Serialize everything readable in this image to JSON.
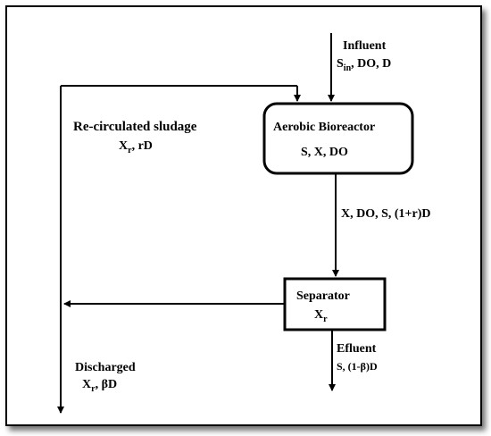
{
  "colors": {
    "stroke": "#000000",
    "background": "#ffffff"
  },
  "bioreactor": {
    "title": "Aerobic Bioreactor",
    "contents": "S, X, DO"
  },
  "separator": {
    "title": "Separator",
    "output_main": "X",
    "output_sub": "r"
  },
  "influent": {
    "label": "Influent",
    "s_main": "S",
    "s_sub": "in",
    "rest": ", DO, D"
  },
  "recirculated": {
    "label": "Re-circulated sludage",
    "x_main": "X",
    "x_sub": "r",
    "rest": ", rD"
  },
  "reactor_outflow": {
    "label": "X, DO, S, (1+r)D"
  },
  "effluent": {
    "label": "Efluent",
    "value": "S, (1-β)D"
  },
  "discharged": {
    "label": "Discharged",
    "x_main": "X",
    "x_sub": "r",
    "rest": ", βD"
  }
}
